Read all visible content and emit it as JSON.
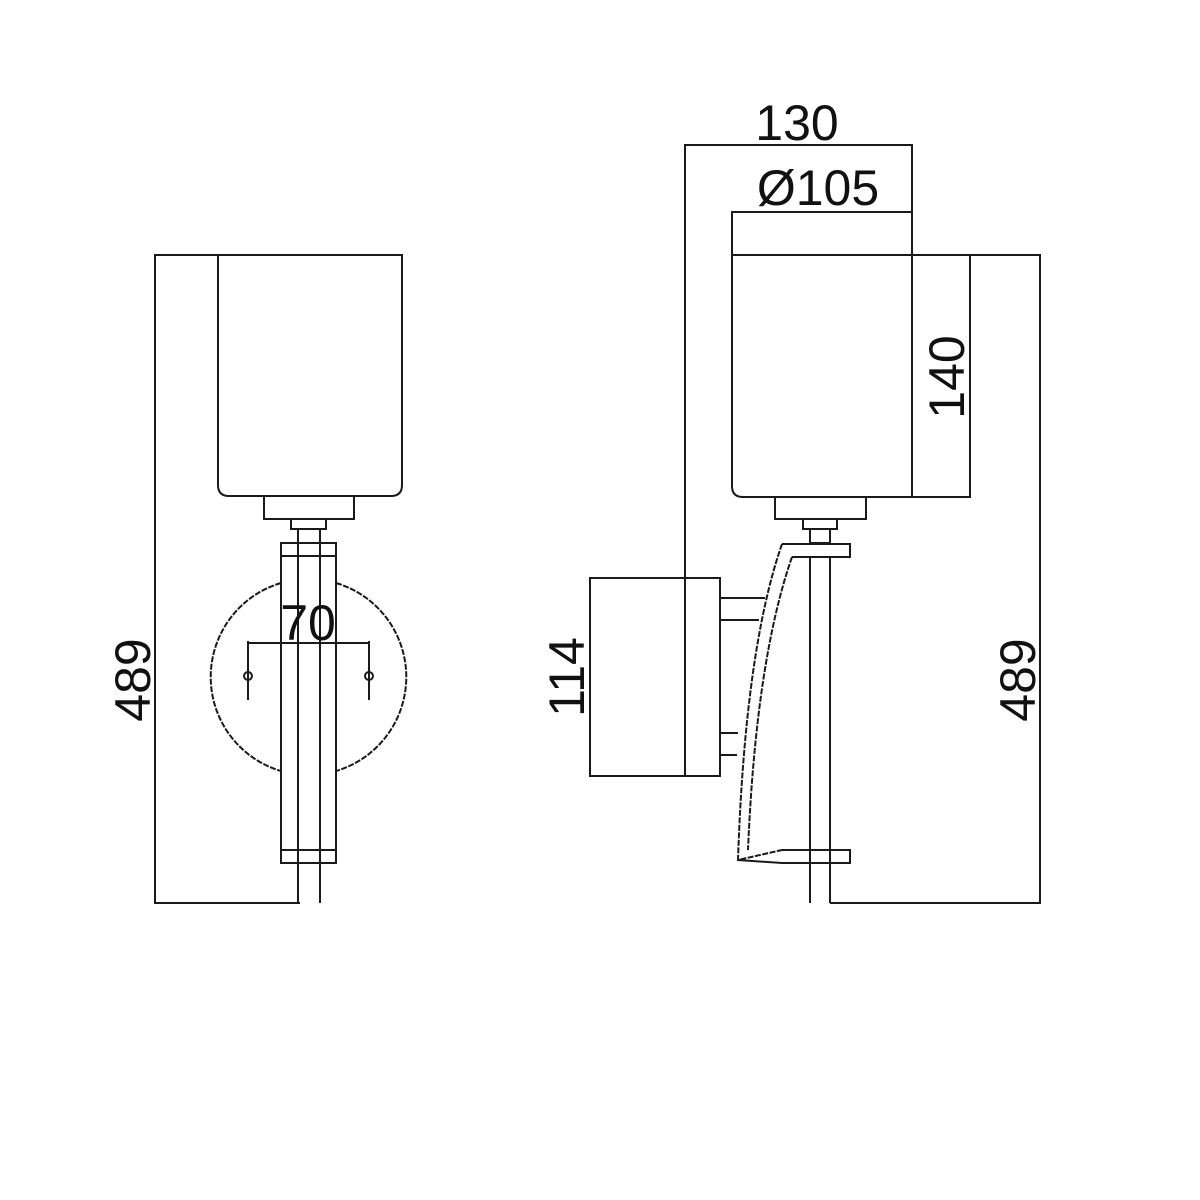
{
  "dimensions": {
    "front_height": "489",
    "front_mount_spacing": "70",
    "side_depth": "130",
    "shade_diameter": "Ø105",
    "shade_height": "140",
    "backplate_height": "114",
    "side_height": "489"
  },
  "colors": {
    "line": "#1a1a1a",
    "background": "#ffffff"
  }
}
